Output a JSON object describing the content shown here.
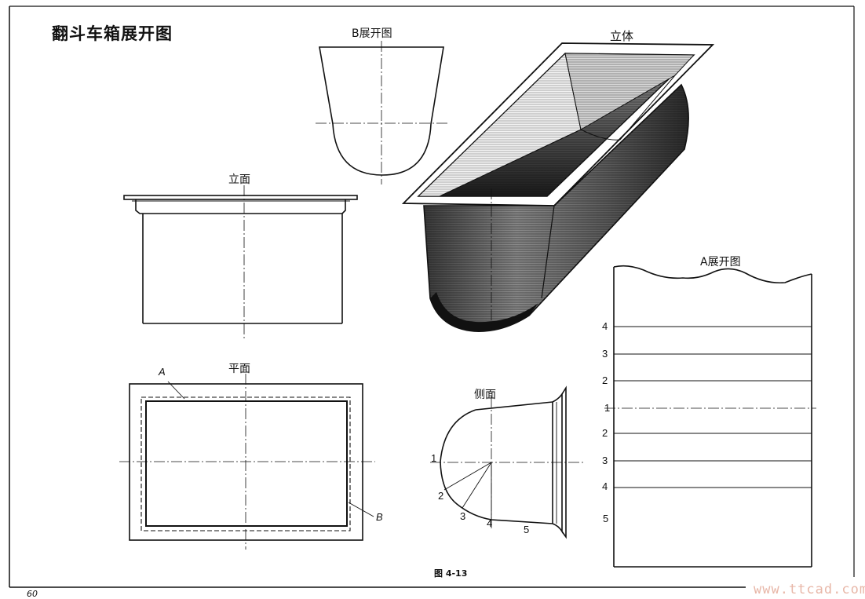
{
  "title": "翻斗车箱展开图",
  "figure_caption": "图 4-13",
  "page_number": "60",
  "watermark": "www.ttcad.com",
  "views": {
    "b_development": "B展开图",
    "isometric": "立体",
    "elevation": "立面",
    "plan": "平面",
    "side": "侧面",
    "a_development": "A展开图"
  },
  "plan_markers": {
    "a": "A",
    "b": "B"
  },
  "side_markers": [
    "1",
    "2",
    "3",
    "4",
    "5"
  ],
  "a_dev_markers": [
    "4",
    "3",
    "2",
    "1",
    "2",
    "3",
    "4",
    "5"
  ]
}
